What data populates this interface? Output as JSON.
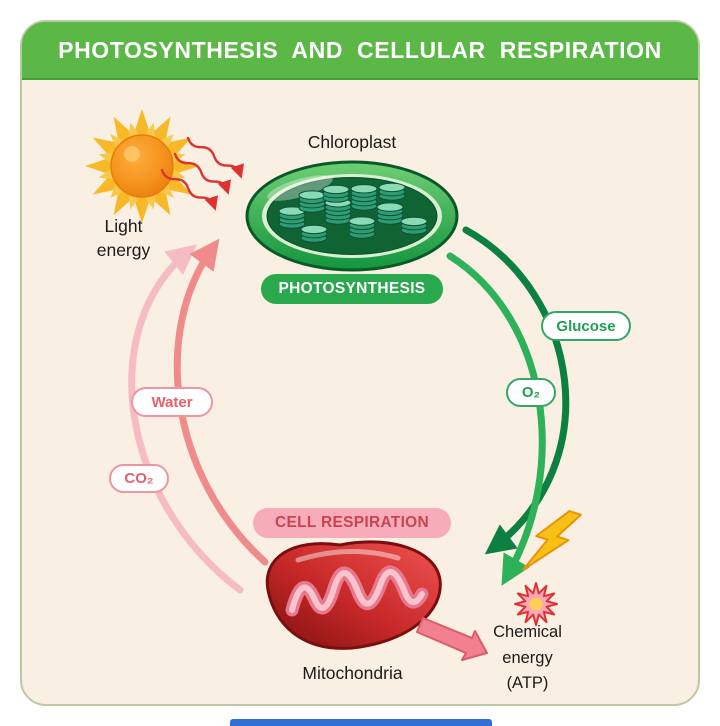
{
  "header": {
    "title": "PHOTOSYNTHESIS AND CELLULAR RESPIRATION"
  },
  "labels": {
    "chloroplast": "Chloroplast",
    "light_energy_1": "Light",
    "light_energy_2": "energy",
    "mitochondria": "Mitochondria",
    "chemical_energy_1": "Chemical",
    "chemical_energy_2": "energy",
    "chemical_energy_3": "(ATP)"
  },
  "badges": {
    "photosynthesis": "PHOTOSYNTHESIS",
    "cell_respiration": "CELL RESPIRATION"
  },
  "pills": {
    "glucose": "Glucose",
    "oxygen": "O₂",
    "water": "Water",
    "carbon_dioxide": "CO₂"
  },
  "icons": [
    "sun-icon",
    "wavy-light-arrows-icon",
    "chloroplast-illustration",
    "mitochondria-illustration",
    "lightning-bolt-icon",
    "energy-burst-icon",
    "glucose-o2-arrows",
    "water-co2-arrows",
    "atp-arrow-icon"
  ],
  "colors": {
    "header_green": "#5bb746",
    "background_cream": "#f9efe2",
    "badge_green": "#2aa84e",
    "badge_pink": "#f8acb9",
    "pill_green_text": "#1d9e53",
    "pill_pink_text": "#e4606d",
    "arrow_green_dark": "#0c8040",
    "arrow_green_light": "#2db25a",
    "arrow_pink_light": "#f5bcc3",
    "arrow_pink_salmon": "#ef8b8b",
    "sun_orange": "#f6921e",
    "bolt_yellow": "#f6c114",
    "mitochondria_red": "#c62828",
    "bottom_strip_blue": "#2f6fd6"
  }
}
